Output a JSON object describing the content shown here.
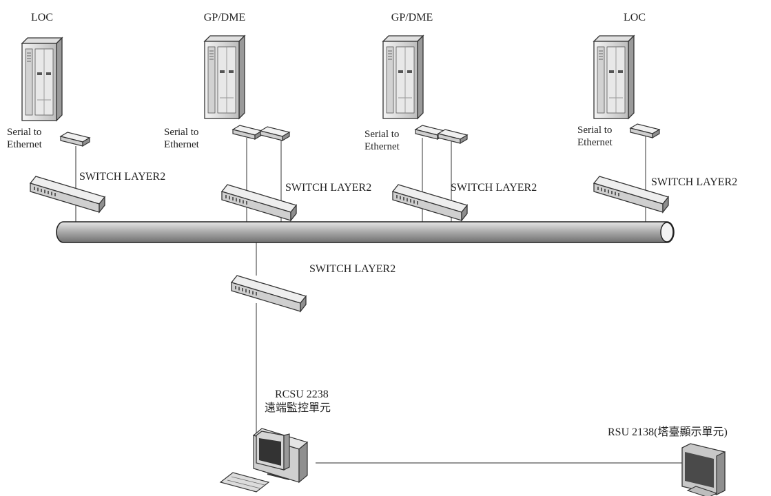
{
  "stations": [
    {
      "name": "LOC",
      "converter": "Serial to\nEthernet",
      "switch": "SWITCH LAYER2"
    },
    {
      "name": "GP/DME",
      "converter": "Serial to\nEthernet",
      "switch": "SWITCH LAYER2"
    },
    {
      "name": "GP/DME",
      "converter": "Serial to\nEthernet",
      "switch": "SWITCH LAYER2"
    },
    {
      "name": "LOC",
      "converter": "Serial to\nEthernet",
      "switch": "SWITCH LAYER2"
    }
  ],
  "central_switch": "SWITCH LAYER2",
  "rcsu": {
    "line1": "RCSU 2238",
    "line2": "遠端監控單元"
  },
  "rsu": {
    "label": "RSU  2138(塔臺顯示單元)"
  }
}
